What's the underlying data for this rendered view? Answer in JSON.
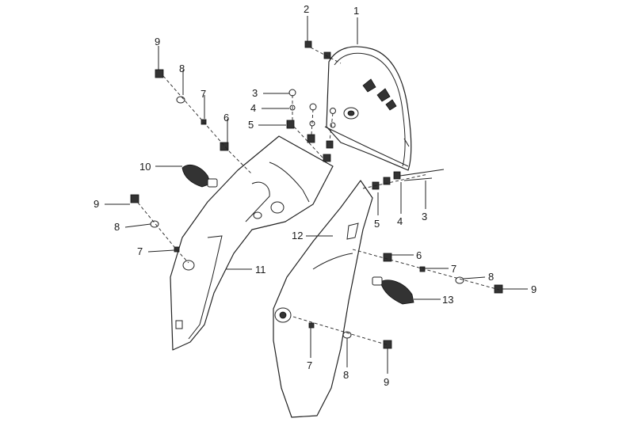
{
  "diagram": {
    "callouts": [
      {
        "id": "c1",
        "label": "1"
      },
      {
        "id": "c2",
        "label": "2"
      },
      {
        "id": "c3a",
        "label": "3"
      },
      {
        "id": "c4a",
        "label": "4"
      },
      {
        "id": "c5a",
        "label": "5"
      },
      {
        "id": "c6a",
        "label": "6"
      },
      {
        "id": "c7a",
        "label": "7"
      },
      {
        "id": "c8a",
        "label": "8"
      },
      {
        "id": "c9a",
        "label": "9"
      },
      {
        "id": "c10",
        "label": "10"
      },
      {
        "id": "c9b",
        "label": "9"
      },
      {
        "id": "c8b",
        "label": "8"
      },
      {
        "id": "c7b",
        "label": "7"
      },
      {
        "id": "c11",
        "label": "11"
      },
      {
        "id": "c12",
        "label": "12"
      },
      {
        "id": "c5b",
        "label": "5"
      },
      {
        "id": "c4b",
        "label": "4"
      },
      {
        "id": "c3b",
        "label": "3"
      },
      {
        "id": "c6b",
        "label": "6"
      },
      {
        "id": "c7c",
        "label": "7"
      },
      {
        "id": "c8c",
        "label": "8"
      },
      {
        "id": "c9c",
        "label": "9"
      },
      {
        "id": "c13",
        "label": "13"
      },
      {
        "id": "c7d",
        "label": "7"
      },
      {
        "id": "c8d",
        "label": "8"
      },
      {
        "id": "c9d",
        "label": "9"
      }
    ]
  }
}
